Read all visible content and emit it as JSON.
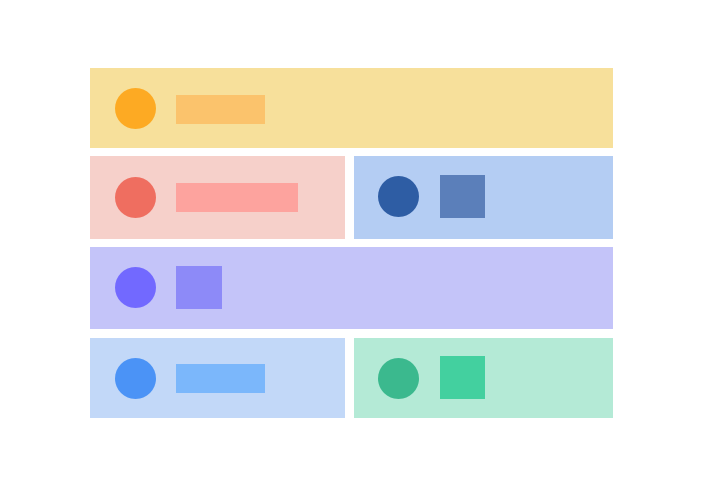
{
  "background": "#ffffff",
  "panels": [
    {
      "id": "p1",
      "color": "#f7e09b",
      "dot_color": "#fdaa23",
      "shape": "bar-icon",
      "shape_color": "#fbc36c"
    },
    {
      "id": "p2",
      "color": "#f6d0ca",
      "dot_color": "#ef6e60",
      "shape": "bar-icon",
      "shape_color": "#fda39e"
    },
    {
      "id": "p3",
      "color": "#b4cdf3",
      "dot_color": "#2e5da4",
      "shape": "square-icon",
      "shape_color": "#5b7fba"
    },
    {
      "id": "p4",
      "color": "#c4c4f9",
      "dot_color": "#7269ff",
      "shape": "square-icon",
      "shape_color": "#8d8af8"
    },
    {
      "id": "p5",
      "color": "#c2d8f8",
      "dot_color": "#4b93f6",
      "shape": "bar-icon",
      "shape_color": "#7bb7fb"
    },
    {
      "id": "p6",
      "color": "#b4ead6",
      "dot_color": "#3bb98e",
      "shape": "square-icon",
      "shape_color": "#43d09f"
    }
  ]
}
